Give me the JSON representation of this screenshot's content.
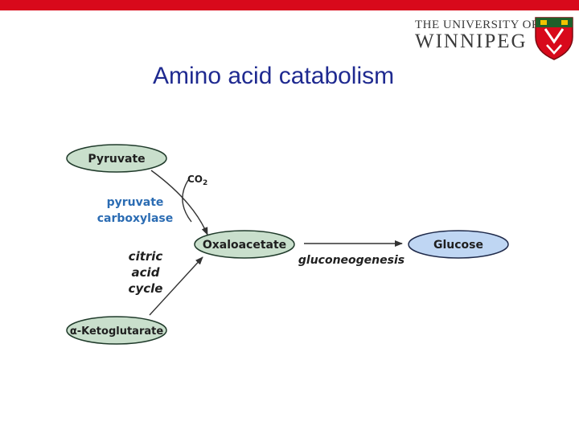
{
  "header": {
    "logo_line1": "THE UNIVERSITY OF",
    "logo_line2": "WINNIPEG",
    "brand_color": "#d8091b"
  },
  "slide": {
    "title": "Amino acid catabolism"
  },
  "diagram": {
    "nodes": {
      "pyruvate": "Pyruvate",
      "oxaloacetate": "Oxaloacetate",
      "glucose": "Glucose",
      "alpha_ketoglutarate": "α-Ketoglutarate"
    },
    "labels": {
      "co2": "CO",
      "co2_subscript": "2",
      "enzyme_line1": "pyruvate",
      "enzyme_line2": "carboxylase",
      "cycle_line1": "citric",
      "cycle_line2": "acid",
      "cycle_line3": "cycle",
      "pathway": "gluconeogenesis"
    },
    "colors": {
      "green_fill": "#c9dfcc",
      "blue_fill": "#bfd6f3",
      "enzyme_text": "#2b6cb3"
    }
  }
}
